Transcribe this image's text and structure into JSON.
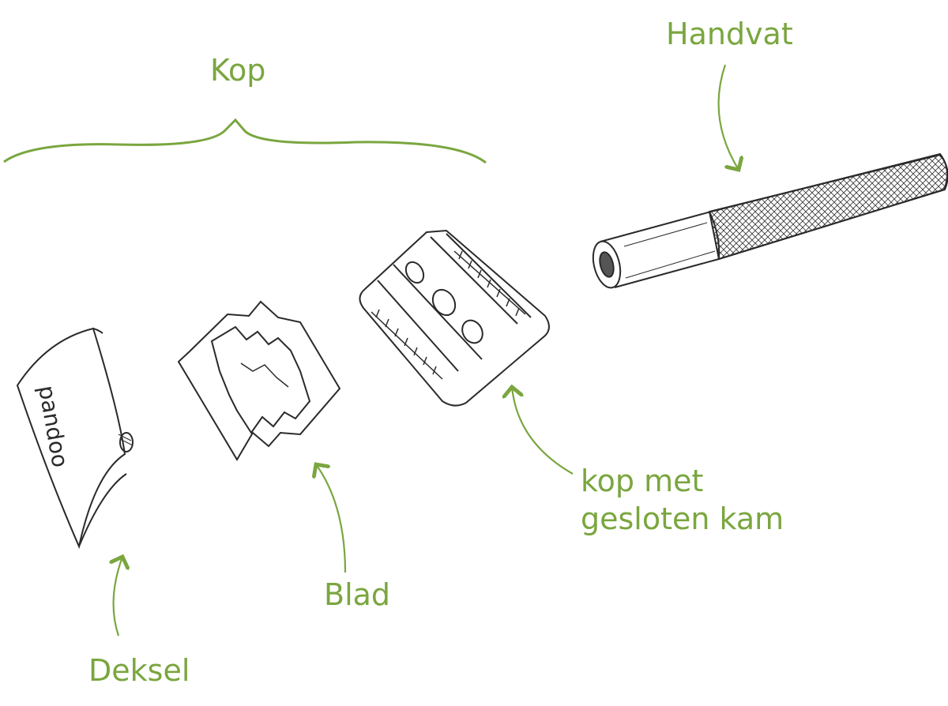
{
  "labels": {
    "kop": "Kop",
    "handvat": "Handvat",
    "kop_met_line1": "kop met",
    "kop_met_line2": "gesloten kam",
    "blad": "Blad",
    "deksel": "Deksel"
  },
  "logo_text": "pandoo",
  "colors": {
    "label_green": "#7aa63f",
    "line_ink": "#2a2a2a"
  }
}
